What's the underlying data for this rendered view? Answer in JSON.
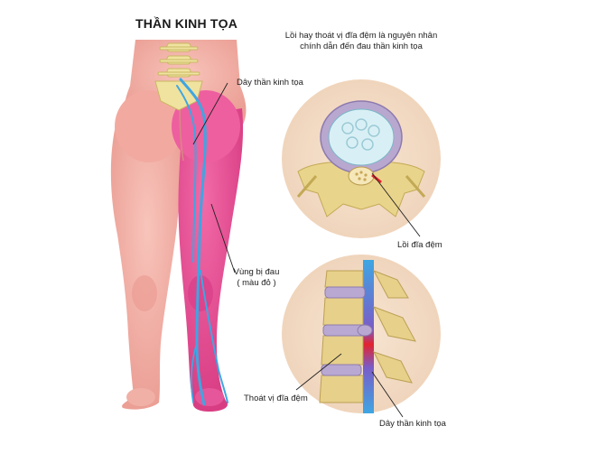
{
  "title": "THẦN KINH TỌA",
  "labels": {
    "nerve_top": "Dây thần kinh tọa",
    "cause_line1": "Lồi hay thoát vị đĩa đệm là nguyên nhân",
    "cause_line2": "chính dẫn đến đau thần kinh tọa",
    "pain_zone_line1": "Vùng bị đau",
    "pain_zone_line2": "( màu đỏ )",
    "bulging_disc": "Lồi đĩa đệm",
    "herniated_disc": "Thoát vị đĩa đệm",
    "nerve_bottom": "Dây thần kinh tọa"
  },
  "colors": {
    "skin": "#f4b3aa",
    "skin_dark": "#e89a90",
    "pain": "#ea4f95",
    "nerve": "#3ea6e3",
    "bone": "#e7d691",
    "inset_bg": "#f3dcc6",
    "disc_core": "#cfeaf0",
    "disc_ring": "#b7a6cd"
  }
}
